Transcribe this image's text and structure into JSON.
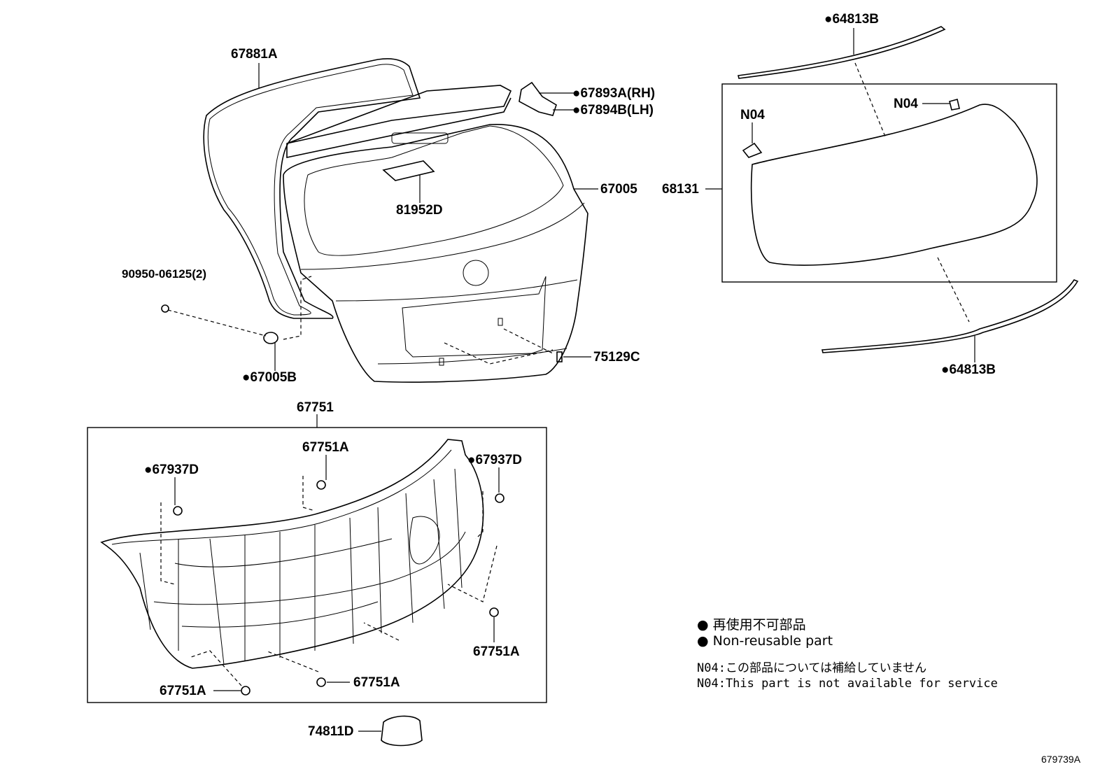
{
  "labels": {
    "p64813B_top": "●64813B",
    "p67881A": "67881A",
    "p67893A": "●67893A(RH)",
    "p67894B": "●67894B(LH)",
    "p67005": "67005",
    "p81952D": "81952D",
    "p90950": "90950-06125(2)",
    "p67005B": "●67005B",
    "p75129C": "75129C",
    "p68131": "68131",
    "pN04_left": "N04",
    "pN04_right": "N04",
    "p64813B_bottom": "●64813B",
    "p67751": "67751",
    "p67751A_top": "67751A",
    "p67937D_left": "●67937D",
    "p67937D_right": "●67937D",
    "p67751A_right": "67751A",
    "p67751A_bottomleft": "67751A",
    "p67751A_bottommid": "67751A",
    "p74811D": "74811D"
  },
  "legend": {
    "jp": "● 再使用不可部品",
    "en": "● Non-reusable part",
    "n04_jp": "N04:この部品については補給していません",
    "n04_en": "N04:This part is not available for service"
  },
  "figure_id": "679739A"
}
